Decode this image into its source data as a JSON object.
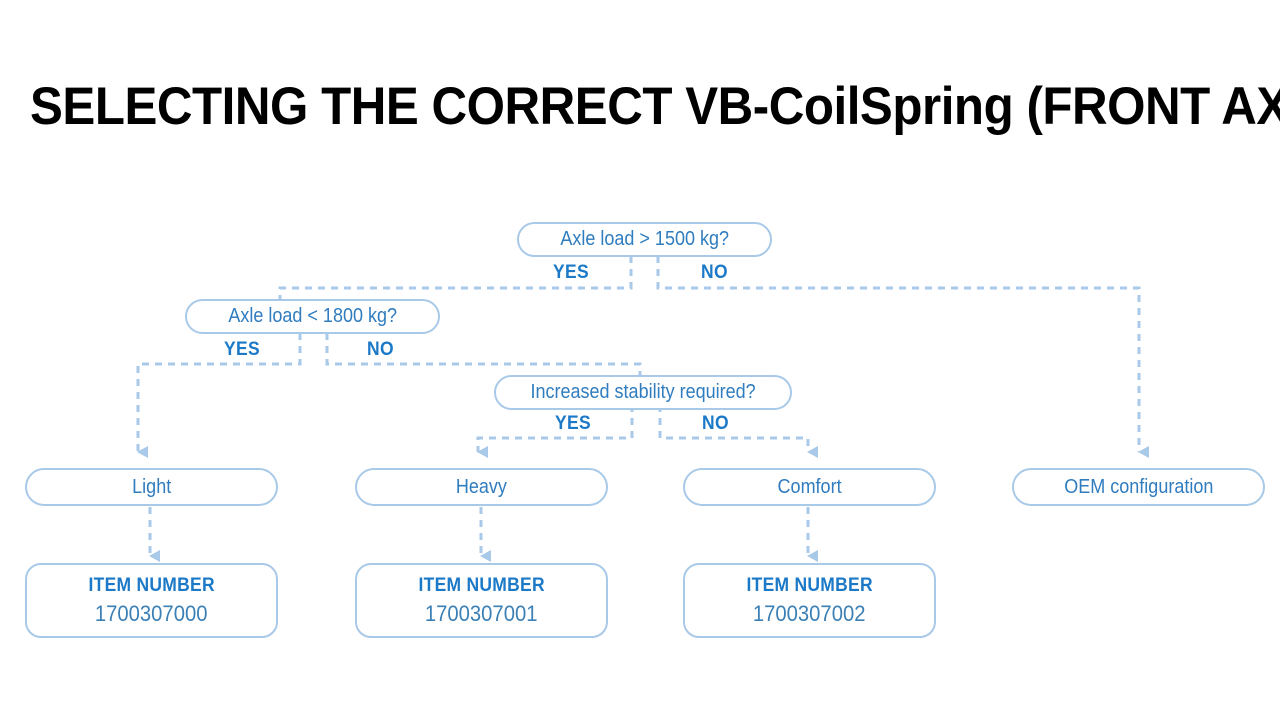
{
  "page": {
    "title": "SELECTING THE CORRECT VB-CoilSpring (FRONT AXLE)",
    "background_color": "#ffffff"
  },
  "colors": {
    "title_text": "#000000",
    "node_border": "#a9c9e8",
    "node_text": "#2f7cbf",
    "branch_label": "#1b79c8",
    "item_title": "#1b79c8",
    "item_number": "#3a7fb5",
    "connector": "#a9c9e8",
    "arrowhead": "#a9c9e8"
  },
  "flowchart": {
    "type": "decision-tree",
    "decisions": [
      {
        "id": "d1",
        "question": "Axle load > 1500 kg?",
        "yes_label": "YES",
        "no_label": "NO",
        "yes_target": "d2",
        "no_target": "r4"
      },
      {
        "id": "d2",
        "question": "Axle load < 1800 kg?",
        "yes_label": "YES",
        "no_label": "NO",
        "yes_target": "r1",
        "no_target": "d3"
      },
      {
        "id": "d3",
        "question": "Increased stability required?",
        "yes_label": "YES",
        "no_label": "NO",
        "yes_target": "r2",
        "no_target": "r3"
      }
    ],
    "results": [
      {
        "id": "r1",
        "label": "Light"
      },
      {
        "id": "r2",
        "label": "Heavy"
      },
      {
        "id": "r3",
        "label": "Comfort"
      },
      {
        "id": "r4",
        "label": "OEM configuration"
      }
    ],
    "item_numbers": [
      {
        "for": "r1",
        "title": "ITEM NUMBER",
        "value": "1700307000"
      },
      {
        "for": "r2",
        "title": "ITEM NUMBER",
        "value": "1700307001"
      },
      {
        "for": "r3",
        "title": "ITEM NUMBER",
        "value": "1700307002"
      }
    ]
  }
}
